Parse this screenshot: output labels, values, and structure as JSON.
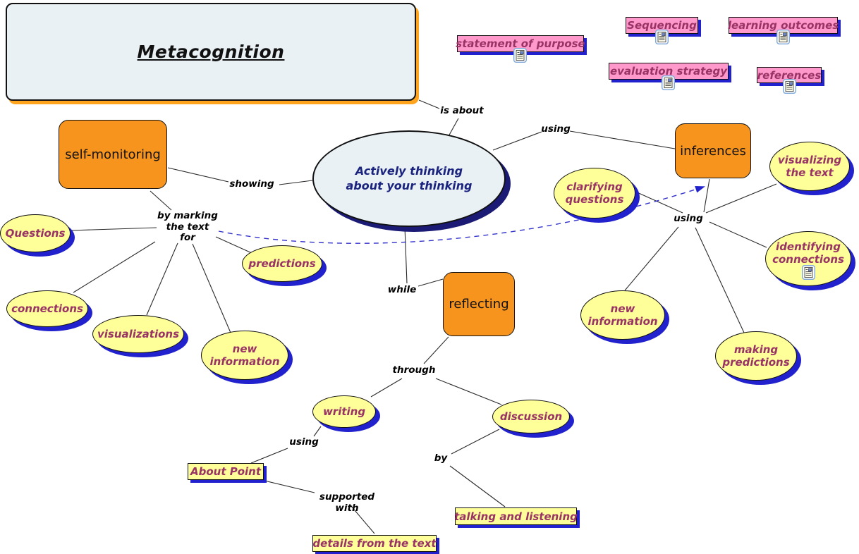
{
  "diagram": {
    "type": "concept-map",
    "topic": "Metacognition"
  },
  "colors": {
    "node_orange": "#F7941E",
    "node_yellow": "#FFFF99",
    "note_pink": "#FF99CC",
    "shadow_blue": "#2121CE",
    "shadow_navy": "#1B1B75",
    "shadow_orange": "#FFA41C",
    "text_purple": "#993366",
    "text_navy": "#1A237E",
    "light_blue_fill": "#EAF1F4",
    "dashed_link_blue": "#3333CC"
  },
  "nodes": {
    "title": "Metacognition",
    "main": "Actively thinking\nabout your thinking",
    "self_monitoring": "self-monitoring",
    "inferences": "inferences",
    "reflecting": "reflecting",
    "questions": "Questions",
    "connections": "connections",
    "visualizations": "visualizations",
    "new_information_left": "new information",
    "predictions": "predictions",
    "clarifying_questions": "clarifying questions",
    "visualizing_the_text": "visualizing the text",
    "identifying_connections": "identifying connections",
    "new_information_right": "new information",
    "making_predictions": "making predictions",
    "writing": "writing",
    "discussion": "discussion",
    "about_point": "About Point",
    "details_from_text": "details from the text",
    "talking_and_listening": "talking and listening"
  },
  "notes": [
    {
      "label": "statement of purpose",
      "icon": "document-icon"
    },
    {
      "label": "Sequencing",
      "icon": "document-icon"
    },
    {
      "label": "learning outcomes",
      "icon": "document-icon"
    },
    {
      "label": "evaluation strategy",
      "icon": "document-icon"
    },
    {
      "label": "references",
      "icon": "document-icon"
    }
  ],
  "link_labels": {
    "is_about": "is about",
    "using_top": "using",
    "showing": "showing",
    "by_marking": "by marking\nthe text\nfor",
    "while": "while",
    "through": "through",
    "using_writing": "using",
    "using_fan": "using",
    "by": "by",
    "supported_with": "supported with"
  }
}
